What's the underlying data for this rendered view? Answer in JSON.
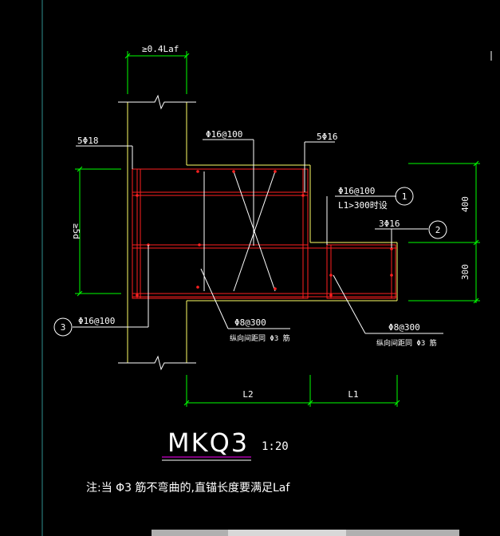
{
  "colors": {
    "background": "#000000",
    "dimension": "#00ff00",
    "wall_outline": "#ffff66",
    "rebar": "#ff2020",
    "leader": "#ffffff",
    "title_underline": "#ff00ff"
  },
  "labels": {
    "anchor_min": "≥0.4Laf",
    "top_left_bars": "5Φ18",
    "mid_top_stirrup": "Φ16@100",
    "top_right_bars": "5Φ16",
    "right_stirrup": "Φ16@100",
    "right_condition": "L1>300时设",
    "right_bars": "3Φ16",
    "left_height": "≥5d",
    "left_stirrup": "Φ16@100",
    "tie_center": "Φ8@300",
    "tie_center_note": "纵向间距同 Φ3 筋",
    "tie_right": "Φ8@300",
    "tie_right_note": "纵向间距同 Φ3 筋",
    "dim_right_upper": "400",
    "dim_right_lower": "300",
    "dim_bottom_left": "L2",
    "dim_bottom_right": "L1",
    "callout_1": "1",
    "callout_2": "2",
    "callout_3": "3"
  },
  "title": {
    "name": "MKQ3",
    "scale": "1:20"
  },
  "note": "注:当 Φ3 筋不弯曲的,直锚长度要满足Laf"
}
